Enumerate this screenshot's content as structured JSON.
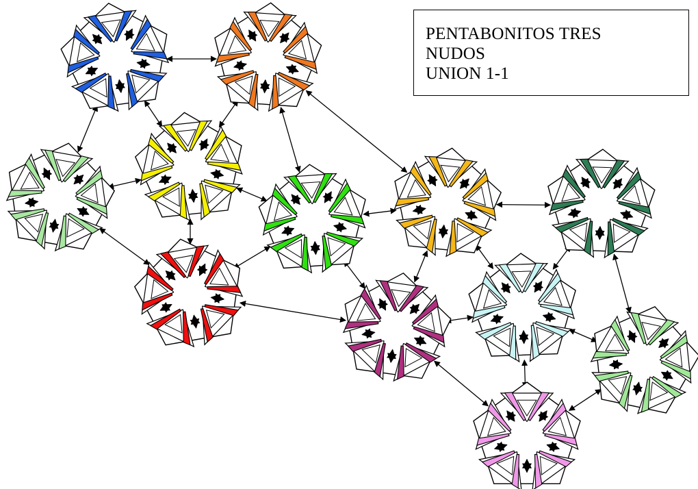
{
  "title_lines": [
    "PENTABONITOS TRES",
    "NUDOS",
    "UNION 1-1"
  ],
  "rosettes": [
    {
      "color_name": "blue",
      "fill": "#1f5fe0"
    },
    {
      "color_name": "orange",
      "fill": "#f07820"
    },
    {
      "color_name": "yellow",
      "fill": "#f5f000"
    },
    {
      "color_name": "light-green",
      "fill": "#a8e8a0"
    },
    {
      "color_name": "green",
      "fill": "#30e010"
    },
    {
      "color_name": "gold",
      "fill": "#f5b818"
    },
    {
      "color_name": "dark-green",
      "fill": "#2e7d55"
    },
    {
      "color_name": "red",
      "fill": "#f01010"
    },
    {
      "color_name": "magenta",
      "fill": "#b03080"
    },
    {
      "color_name": "light-cyan",
      "fill": "#c8f4f4"
    },
    {
      "color_name": "light-green-2",
      "fill": "#a0e898"
    },
    {
      "color_name": "pink",
      "fill": "#f098e8"
    }
  ],
  "connections": [
    [
      "blue",
      "orange"
    ],
    [
      "blue",
      "yellow"
    ],
    [
      "blue",
      "light-green"
    ],
    [
      "orange",
      "yellow"
    ],
    [
      "orange",
      "green"
    ],
    [
      "orange",
      "gold"
    ],
    [
      "yellow",
      "light-green"
    ],
    [
      "yellow",
      "green"
    ],
    [
      "yellow",
      "red"
    ],
    [
      "light-green",
      "red"
    ],
    [
      "green",
      "red"
    ],
    [
      "green",
      "gold"
    ],
    [
      "green",
      "magenta"
    ],
    [
      "gold",
      "dark-green"
    ],
    [
      "gold",
      "magenta"
    ],
    [
      "gold",
      "light-cyan"
    ],
    [
      "dark-green",
      "light-cyan"
    ],
    [
      "dark-green",
      "light-green-2"
    ],
    [
      "red",
      "magenta"
    ],
    [
      "magenta",
      "light-cyan"
    ],
    [
      "magenta",
      "pink"
    ],
    [
      "light-cyan",
      "light-green-2"
    ],
    [
      "light-cyan",
      "pink"
    ],
    [
      "light-green-2",
      "pink"
    ]
  ]
}
